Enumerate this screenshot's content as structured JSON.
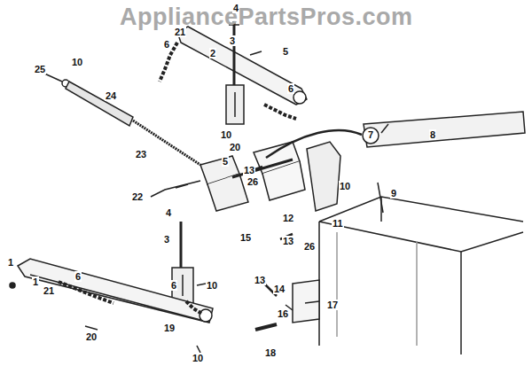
{
  "diagram": {
    "labels": [
      "AppliancePartsPros.com",
      "4",
      "3",
      "21",
      "6",
      "2",
      "5",
      "25",
      "10",
      "24",
      "6",
      "7",
      "8",
      "10",
      "20",
      "23",
      "5",
      "13",
      "26",
      "10",
      "9",
      "22",
      "4",
      "12",
      "11",
      "15",
      "13",
      "26",
      "3",
      "1",
      "1",
      "21",
      "6",
      "6",
      "10",
      "13",
      "14",
      "17",
      "16",
      "20",
      "19",
      "18",
      "10"
    ]
  }
}
